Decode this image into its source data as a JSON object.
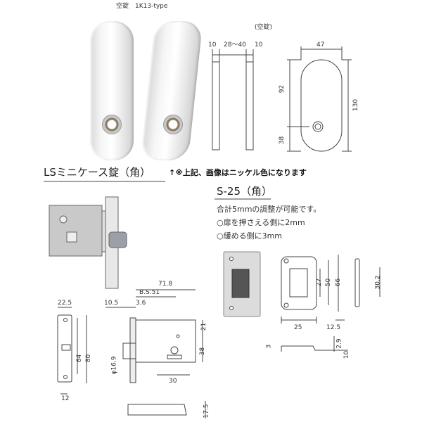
{
  "header": {
    "title": "空錠　1K13-type",
    "sub_title": "(空錠)"
  },
  "top_dims": {
    "d1": "10",
    "d2": "28～40",
    "d3": "10",
    "w": "47",
    "h_upper": "92",
    "h_total": "130",
    "h_lower": "38"
  },
  "note": "↑※上記、画像はニッケル色になります",
  "ls_title": "LSミニケース錠（角）",
  "strike": {
    "title": "S-25（角）",
    "lines": [
      "合計5mmの調整が可能です。",
      "○扉を押さえる側に2mm",
      "○緩める側に3mm"
    ],
    "dims": {
      "a": "27",
      "b": "50",
      "c": "66",
      "d": "30.2",
      "e": "25",
      "f": "12.5",
      "g": "3",
      "h": "2.9",
      "i": "10"
    }
  },
  "front": {
    "w": "22.5",
    "h1": "64",
    "h2": "80",
    "bottom": "12"
  },
  "body": {
    "total": "71.8",
    "bs": "B.S.51",
    "d1": "10.5",
    "d2": "3.6",
    "dia": "φ16.9",
    "h1": "21",
    "h2": "38",
    "bottom": "30",
    "side": "17.5"
  }
}
